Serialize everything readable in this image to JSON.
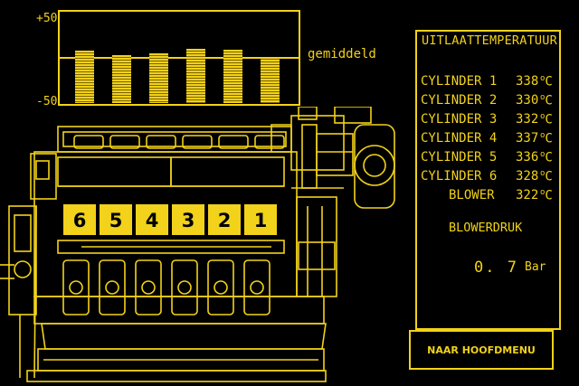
{
  "theme": {
    "accent": "#f2d21a",
    "background": "#000000"
  },
  "deviation_chart": {
    "y_max_label": "+50",
    "y_min_label": "-50",
    "average_label": "gemiddeld",
    "bar_deviations": [
      8,
      3,
      5,
      10,
      9,
      1
    ]
  },
  "exhaust_panel": {
    "title": "UITLAATTEMPERATUUR",
    "unit_degree": "o",
    "unit_letter": "C",
    "rows": [
      {
        "label": "CYLINDER 1",
        "value": "338"
      },
      {
        "label": "CYLINDER 2",
        "value": "330"
      },
      {
        "label": "CYLINDER 3",
        "value": "332"
      },
      {
        "label": "CYLINDER 4",
        "value": "337"
      },
      {
        "label": "CYLINDER 5",
        "value": "336"
      },
      {
        "label": "CYLINDER 6",
        "value": "328"
      },
      {
        "label": "BLOWER",
        "value": "322"
      }
    ],
    "pressure_label": "BLOWERDRUK",
    "pressure_value": "0. 7",
    "pressure_unit": "Bar"
  },
  "engine": {
    "cylinder_labels": [
      "6",
      "5",
      "4",
      "3",
      "2",
      "1"
    ]
  },
  "menu_button_label": "NAAR HOOFDMENU"
}
